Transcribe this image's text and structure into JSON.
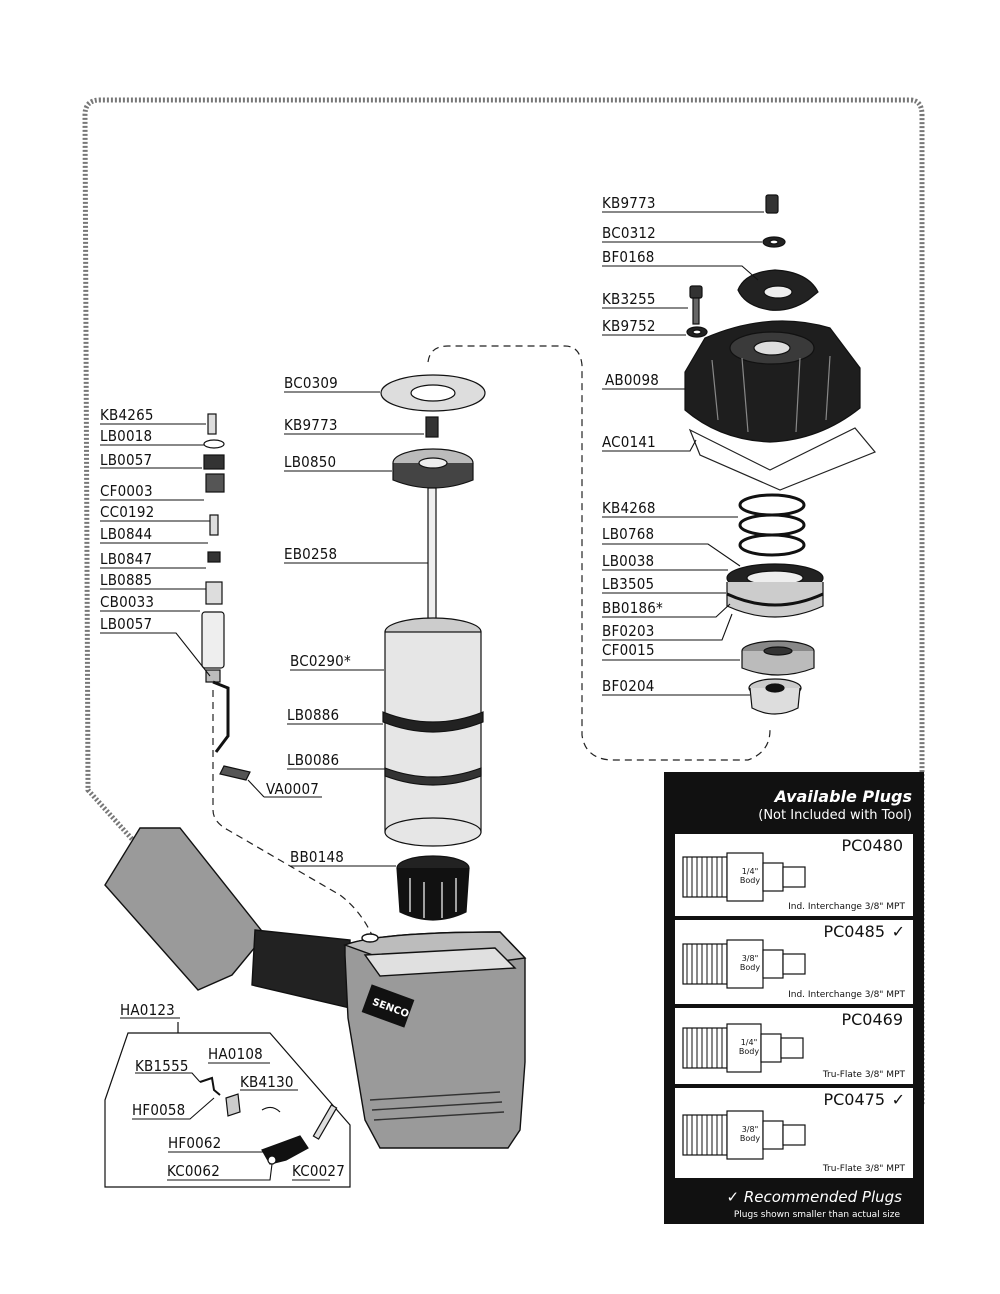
{
  "part_labels": {
    "KB9773_top": "KB9773",
    "BC0312": "BC0312",
    "BF0168": "BF0168",
    "KB3255": "KB3255",
    "KB9752": "KB9752",
    "AB0098": "AB0098",
    "AC0141": "AC0141",
    "KB4268": "KB4268",
    "LB0768": "LB0768",
    "LB0038": "LB0038",
    "LB3505": "LB3505",
    "BB0186": "BB0186*",
    "BF0203": "BF0203",
    "CF0015": "CF0015",
    "BF0204": "BF0204",
    "BC0309": "BC0309",
    "KB9773_mid": "KB9773",
    "LB0850": "LB0850",
    "EB0258": "EB0258",
    "BC0290": "BC0290*",
    "LB0886": "LB0886",
    "LB0086": "LB0086",
    "BB0148": "BB0148",
    "KB4265": "KB4265",
    "LB0018": "LB0018",
    "LB0057_a": "LB0057",
    "CF0003": "CF0003",
    "CC0192": "CC0192",
    "LB0844": "LB0844",
    "LB0847": "LB0847",
    "LB0885": "LB0885",
    "CB0033": "CB0033",
    "LB0057_b": "LB0057",
    "VA0007": "VA0007",
    "HA0123": "HA0123",
    "HA0108": "HA0108",
    "KB1555": "KB1555",
    "KB4130": "KB4130",
    "HF0058": "HF0058",
    "HF0062": "HF0062",
    "KC0062": "KC0062",
    "KC0027": "KC0027"
  },
  "brand": "SENCO",
  "plugs_panel": {
    "title": "Available Plugs",
    "subtitle": "(Not Included with Tool)",
    "items": [
      {
        "part": "PC0480",
        "recommended": false,
        "body": "1/4\" Body",
        "desc": "Ind. Interchange 3/8\" MPT"
      },
      {
        "part": "PC0485",
        "recommended": true,
        "body": "3/8\" Body",
        "desc": "Ind. Interchange 3/8\" MPT"
      },
      {
        "part": "PC0469",
        "recommended": false,
        "body": "1/4\" Body",
        "desc": "Tru-Flate 3/8\" MPT"
      },
      {
        "part": "PC0475",
        "recommended": true,
        "body": "3/8\" Body",
        "desc": "Tru-Flate 3/8\" MPT"
      }
    ],
    "check_mark": "✓",
    "recommended_label": "Recommended Plugs",
    "note": "Plugs shown smaller than actual size"
  },
  "colors": {
    "ink": "#111111",
    "housing_gray": "#9a9a9a",
    "panel_bg": "#111111"
  }
}
